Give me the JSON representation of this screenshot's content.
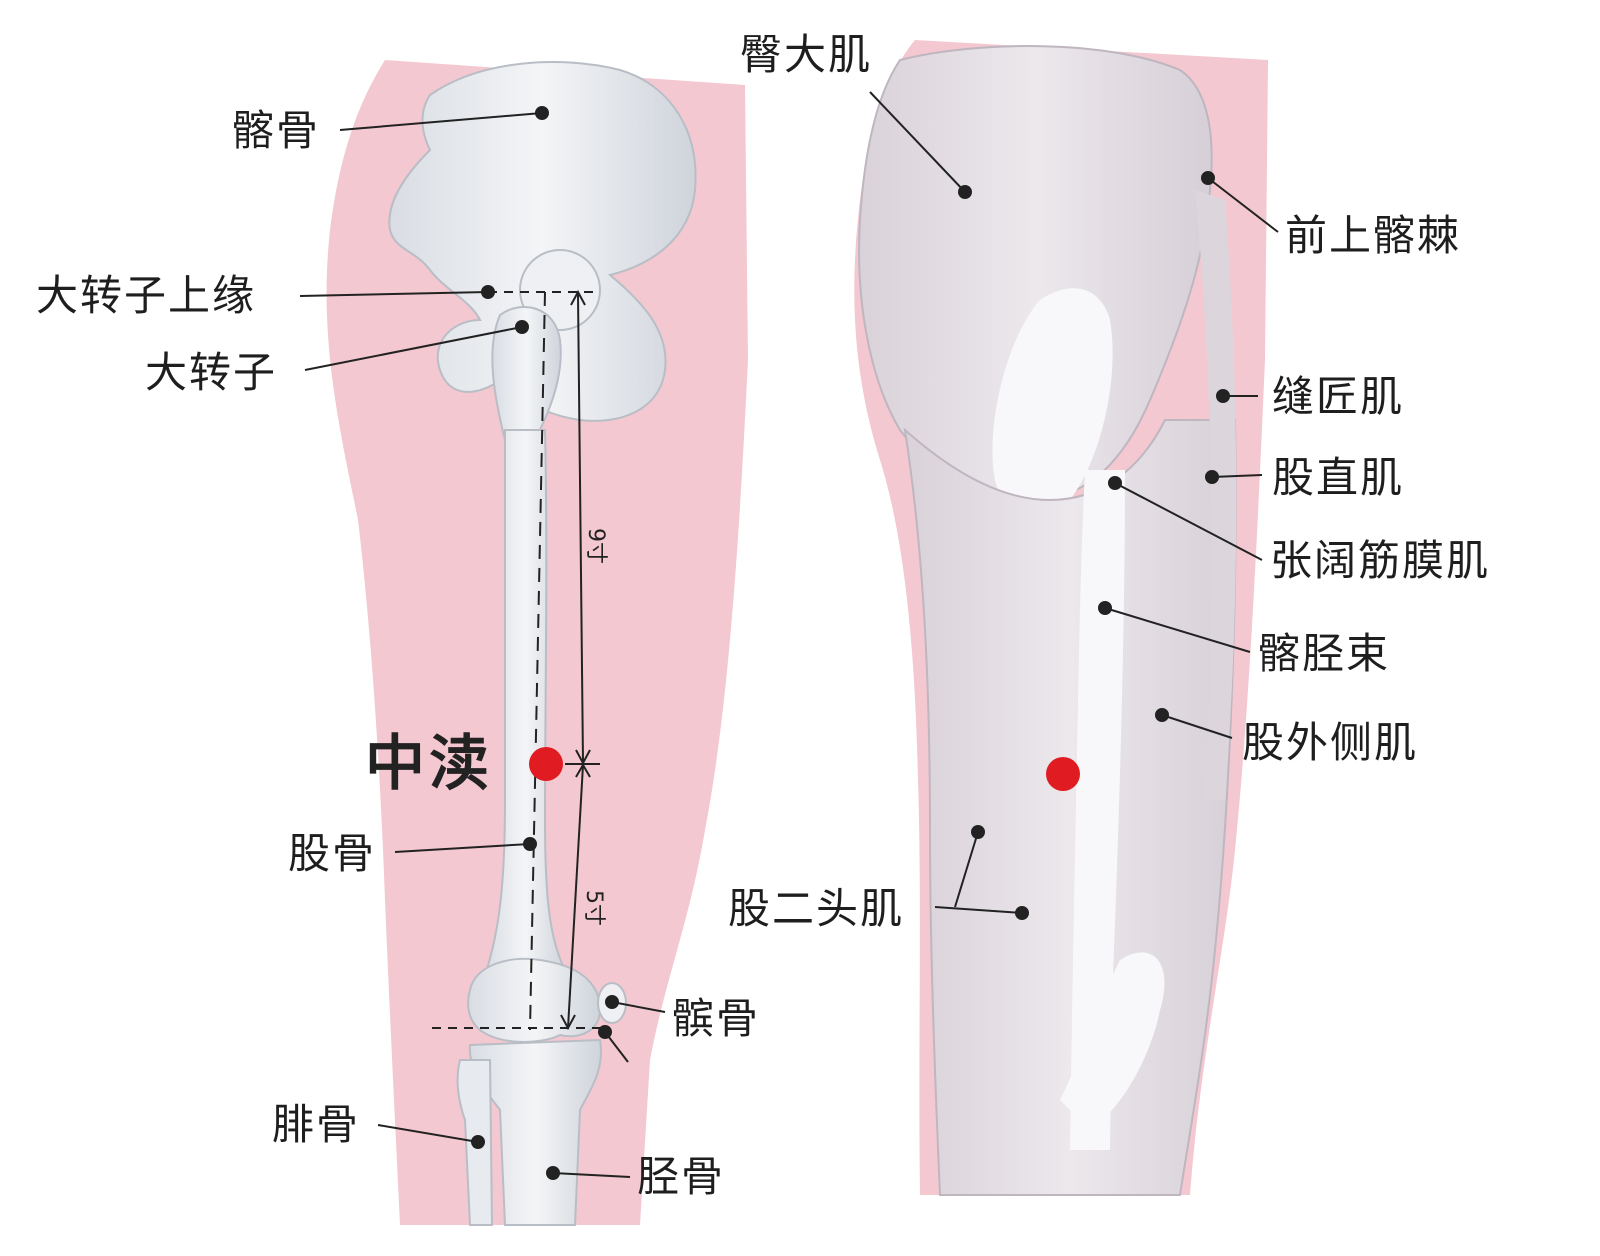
{
  "acupoint": {
    "name": "中渎",
    "marker_color": "#e11b22"
  },
  "measurements": {
    "upper": "9寸",
    "lower": "5寸"
  },
  "labels": {
    "left": {
      "ilium": "髂骨",
      "trochanter_upper_edge": "大转子上缘",
      "greater_trochanter": "大转子",
      "femur": "股骨",
      "patella": "髌骨",
      "fibula": "腓骨",
      "tibia": "胫骨"
    },
    "right": {
      "gluteus_maximus": "臀大肌",
      "anterior_superior_iliac_spine": "前上髂棘",
      "sartorius": "缝匠肌",
      "rectus_femoris": "股直肌",
      "tensor_fasciae_latae": "张阔筋膜肌",
      "iliotibial_tract": "髂胫束",
      "vastus_lateralis": "股外侧肌",
      "biceps_femoris": "股二头肌"
    }
  },
  "colors": {
    "skin": "#f3c7cf",
    "bone": "#eceff3",
    "muscle": "#e6e1e6",
    "tendon": "#f7f7f9",
    "leader": "#222222"
  }
}
